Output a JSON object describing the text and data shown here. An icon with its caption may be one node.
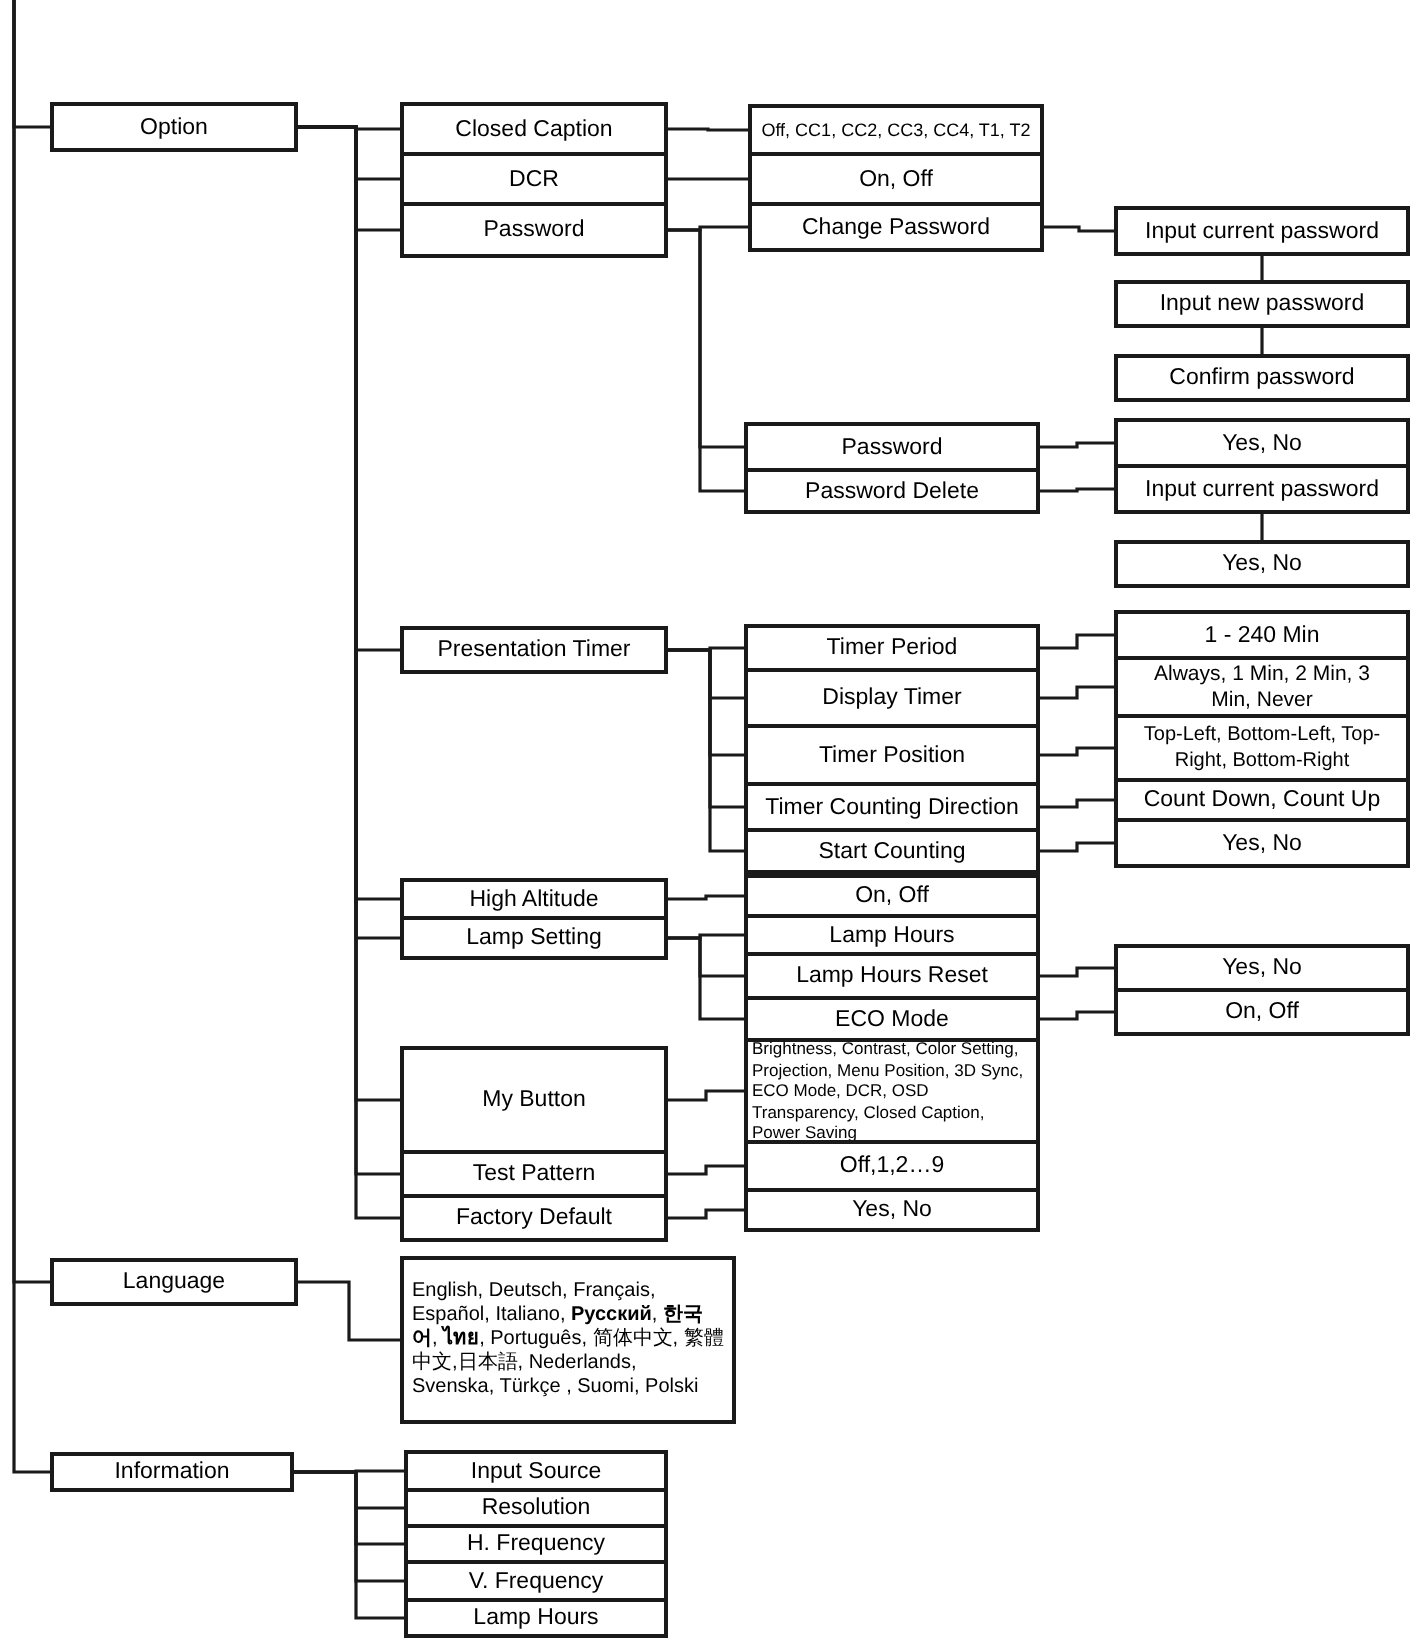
{
  "diagram": {
    "nodes": [
      {
        "text": [
          "Option"
        ]
      },
      {
        "text": [
          "Closed Caption"
        ]
      },
      {
        "text": [
          "DCR"
        ]
      },
      {
        "text": [
          "Password"
        ]
      },
      {
        "text": [
          "Off, CC1, CC2, CC3, CC4, T1, T2"
        ]
      },
      {
        "text": [
          "On, Off"
        ]
      },
      {
        "text": [
          "Change Password"
        ]
      },
      {
        "text": [
          "Input current password"
        ]
      },
      {
        "text": [
          "Input new password"
        ]
      },
      {
        "text": [
          "Confirm password"
        ]
      },
      {
        "text": [
          "Password"
        ]
      },
      {
        "text": [
          "Password Delete"
        ]
      },
      {
        "text": [
          "Yes, No"
        ]
      },
      {
        "text": [
          "Input current password"
        ]
      },
      {
        "text": [
          "Yes, No"
        ]
      },
      {
        "text": [
          "Presentation Timer"
        ]
      },
      {
        "text": [
          "Timer Period"
        ]
      },
      {
        "text": [
          "Display Timer"
        ]
      },
      {
        "text": [
          "Timer Position"
        ]
      },
      {
        "text": [
          "Timer Counting Direction"
        ]
      },
      {
        "text": [
          "Start Counting"
        ]
      },
      {
        "text": [
          "1 - 240 Min"
        ]
      },
      {
        "text": [
          "Always, 1 Min, 2 Min, 3 Min, Never"
        ]
      },
      {
        "text": [
          "Top-Left, Bottom-Left, Top-Right, Bottom-Right"
        ]
      },
      {
        "text": [
          "Count Down, Count Up"
        ]
      },
      {
        "text": [
          "Yes, No"
        ]
      },
      {
        "text": [
          "High Altitude"
        ]
      },
      {
        "text": [
          "Lamp Setting"
        ]
      },
      {
        "text": [
          "On, Off"
        ]
      },
      {
        "text": [
          "Lamp Hours"
        ]
      },
      {
        "text": [
          "Lamp Hours Reset"
        ]
      },
      {
        "text": [
          "ECO Mode"
        ]
      },
      {
        "text": [
          "Yes, No"
        ]
      },
      {
        "text": [
          "On, Off"
        ]
      },
      {
        "text": [
          "My Button"
        ]
      },
      {
        "text": [
          "Brightness, Contrast, Color Setting, Projection, Menu Position, 3D Sync, ECO Mode, DCR, OSD Transparency, Closed Caption, Power Saving"
        ]
      },
      {
        "text": [
          "Test Pattern"
        ]
      },
      {
        "text": [
          "Off,1,2…9"
        ]
      },
      {
        "text": [
          "Factory Default"
        ]
      },
      {
        "text": [
          "Yes, No"
        ]
      },
      {
        "text": [
          "Language"
        ]
      },
      {
        "text": [
          "English, Deutsch, Français, Español, Italiano, **Русский**, **한국어**, **ไทย**, Português, 简体中文, 繁體中文,日本語, Nederlands, Svenska, Türkçe , Suomi, Polski"
        ]
      },
      {
        "text": [
          "Information"
        ]
      },
      {
        "text": [
          "Input Source"
        ]
      },
      {
        "text": [
          "Resolution"
        ]
      },
      {
        "text": [
          "H. Frequency"
        ]
      },
      {
        "text": [
          "V. Frequency"
        ]
      },
      {
        "text": [
          "Lamp Hours"
        ]
      }
    ],
    "edges": [
      {
        "from": null,
        "to": 0,
        "arrow": "none"
      },
      {
        "from": null,
        "to": 40,
        "arrow": "none"
      },
      {
        "from": null,
        "to": 42,
        "arrow": "none"
      },
      {
        "from": 0,
        "to": 1,
        "arrow": "none"
      },
      {
        "from": 0,
        "to": 2,
        "arrow": "none"
      },
      {
        "from": 0,
        "to": 3,
        "arrow": "none"
      },
      {
        "from": 0,
        "to": 15,
        "arrow": "none"
      },
      {
        "from": 0,
        "to": 26,
        "arrow": "none"
      },
      {
        "from": 0,
        "to": 27,
        "arrow": "none"
      },
      {
        "from": 0,
        "to": 34,
        "arrow": "none"
      },
      {
        "from": 0,
        "to": 36,
        "arrow": "none"
      },
      {
        "from": 0,
        "to": 38,
        "arrow": "none"
      },
      {
        "from": 1,
        "to": 4,
        "arrow": "none"
      },
      {
        "from": 2,
        "to": 5,
        "arrow": "none"
      },
      {
        "from": 3,
        "to": 6,
        "arrow": "none"
      },
      {
        "from": 3,
        "to": 10,
        "arrow": "none"
      },
      {
        "from": 3,
        "to": 11,
        "arrow": "none"
      },
      {
        "from": 6,
        "to": 7,
        "arrow": "none"
      },
      {
        "from": 7,
        "to": 8,
        "arrow": "none"
      },
      {
        "from": 8,
        "to": 9,
        "arrow": "none"
      },
      {
        "from": 10,
        "to": 12,
        "arrow": "none"
      },
      {
        "from": 11,
        "to": 13,
        "arrow": "none"
      },
      {
        "from": 13,
        "to": 14,
        "arrow": "none"
      },
      {
        "from": 15,
        "to": 16,
        "arrow": "none"
      },
      {
        "from": 15,
        "to": 17,
        "arrow": "none"
      },
      {
        "from": 15,
        "to": 18,
        "arrow": "none"
      },
      {
        "from": 15,
        "to": 19,
        "arrow": "none"
      },
      {
        "from": 15,
        "to": 20,
        "arrow": "none"
      },
      {
        "from": 16,
        "to": 21,
        "arrow": "none"
      },
      {
        "from": 17,
        "to": 22,
        "arrow": "none"
      },
      {
        "from": 18,
        "to": 23,
        "arrow": "none"
      },
      {
        "from": 19,
        "to": 24,
        "arrow": "none"
      },
      {
        "from": 20,
        "to": 25,
        "arrow": "none"
      },
      {
        "from": 26,
        "to": 28,
        "arrow": "none"
      },
      {
        "from": 27,
        "to": 29,
        "arrow": "none"
      },
      {
        "from": 27,
        "to": 30,
        "arrow": "none"
      },
      {
        "from": 27,
        "to": 31,
        "arrow": "none"
      },
      {
        "from": 30,
        "to": 32,
        "arrow": "none"
      },
      {
        "from": 31,
        "to": 33,
        "arrow": "none"
      },
      {
        "from": 34,
        "to": 35,
        "arrow": "none"
      },
      {
        "from": 36,
        "to": 37,
        "arrow": "none"
      },
      {
        "from": 38,
        "to": 39,
        "arrow": "none"
      },
      {
        "from": 40,
        "to": 41,
        "arrow": "none"
      },
      {
        "from": 42,
        "to": 43,
        "arrow": "none"
      },
      {
        "from": 42,
        "to": 44,
        "arrow": "none"
      },
      {
        "from": 42,
        "to": 45,
        "arrow": "none"
      },
      {
        "from": 42,
        "to": 46,
        "arrow": "none"
      },
      {
        "from": 42,
        "to": 47,
        "arrow": "none"
      }
    ]
  }
}
